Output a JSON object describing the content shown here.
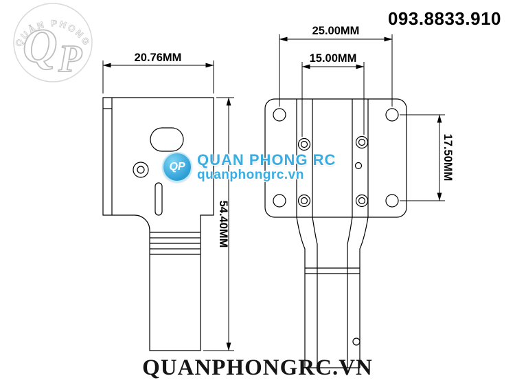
{
  "header": {
    "phone": "093.8833.910"
  },
  "logo": {
    "arc_text": "QUẢN PHONG",
    "monogram_q": "Q",
    "monogram_p": "P"
  },
  "drawing": {
    "side_view": {
      "width_dim": "20.76MM",
      "height_dim": "54.40MM"
    },
    "front_view": {
      "hole_spacing_outer": "25.00MM",
      "hole_spacing_inner": "15.00MM",
      "hole_spacing_vertical": "17.50MM"
    }
  },
  "watermark": {
    "logo_initials": "QP",
    "title": "QUAN PHONG RC",
    "subtitle": "quanphongrc.vn",
    "color": "#39ade2"
  },
  "footer": {
    "site": "QUANPHONGRC.VN"
  }
}
